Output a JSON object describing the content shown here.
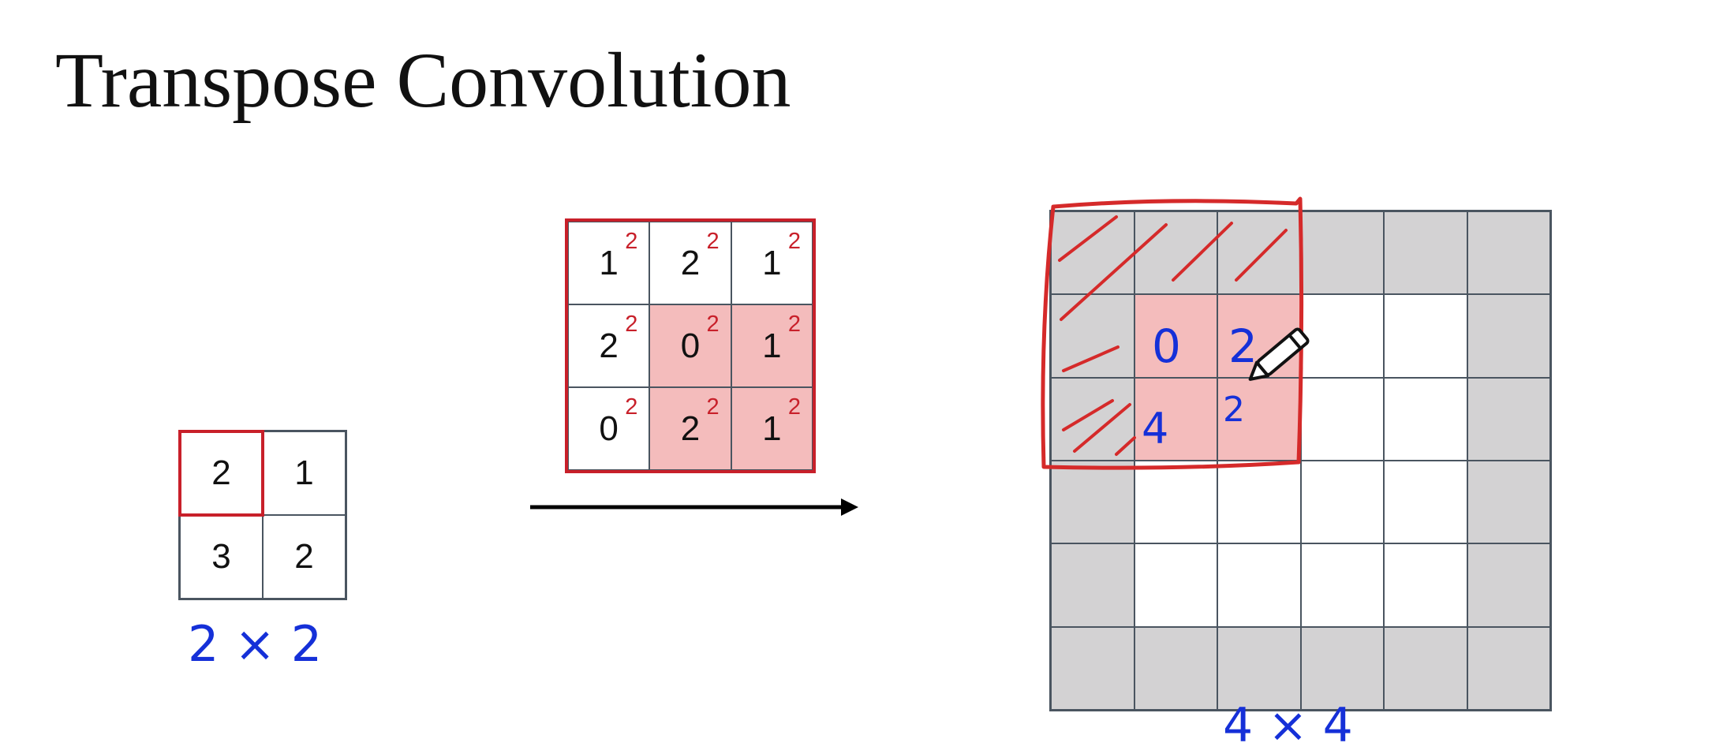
{
  "title": "Transpose Convolution",
  "input_matrix": {
    "cells": [
      [
        "2",
        "1"
      ],
      [
        "3",
        "2"
      ]
    ],
    "size_annotation": "2 × 2"
  },
  "filter": {
    "cells": [
      [
        "1",
        "2",
        "1"
      ],
      [
        "2",
        "0",
        "1"
      ],
      [
        "0",
        "2",
        "1"
      ]
    ],
    "multiplier": "2"
  },
  "output_grid": {
    "size_annotation": "4 × 4",
    "written_values": {
      "r1c1": "0",
      "r1c2": "2",
      "r2c1": "4",
      "r2c2": "2"
    }
  },
  "colors": {
    "highlight_red": "#c8202a",
    "shade_pink": "#f4bcbc",
    "padding_gray": "#d3d2d3",
    "ink_blue": "#1530d8"
  },
  "icons": [
    "pencil-cursor-icon",
    "arrow-right-icon"
  ]
}
